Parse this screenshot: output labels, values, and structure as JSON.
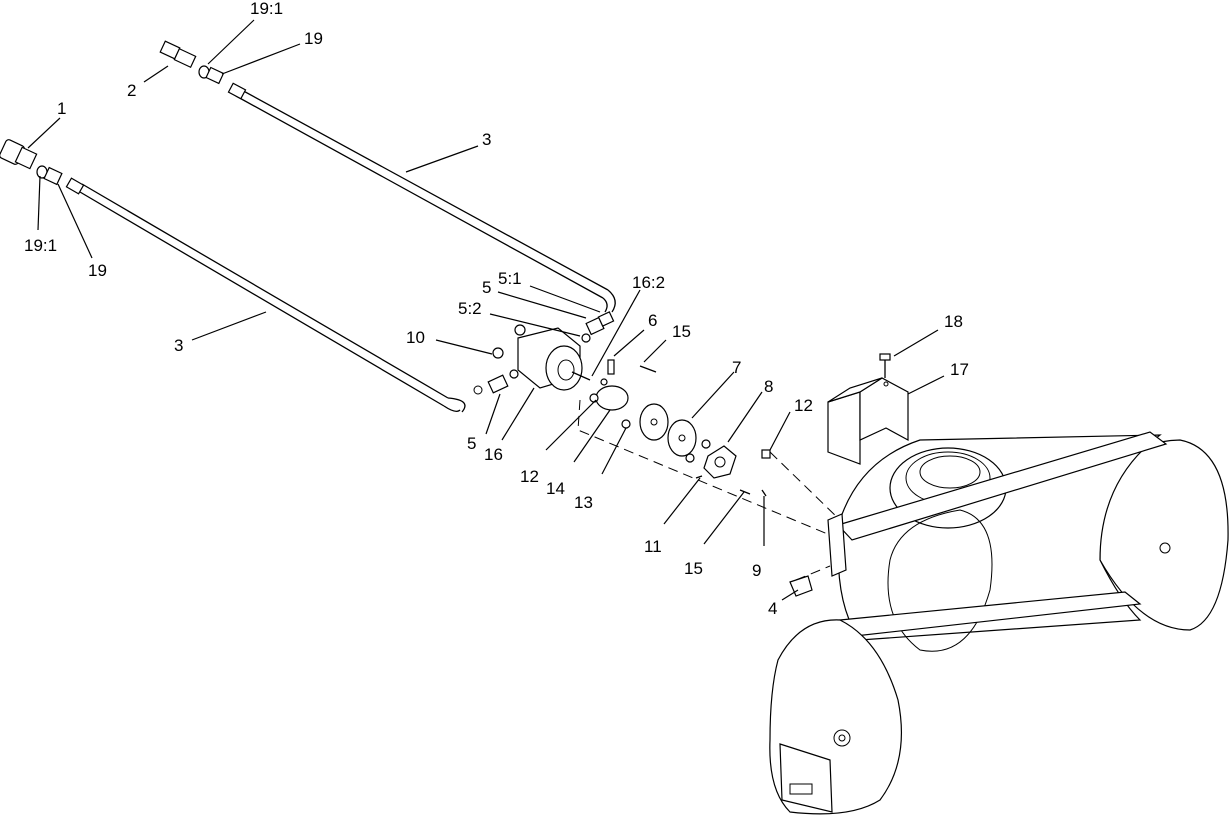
{
  "callouts": {
    "c1": "1",
    "c2": "2",
    "c3a": "3",
    "c3b": "3",
    "c4": "4",
    "c5a": "5",
    "c5b": "5",
    "c5_1": "5:1",
    "c5_2": "5:2",
    "c6": "6",
    "c7": "7",
    "c8": "8",
    "c9": "9",
    "c10": "10",
    "c11": "11",
    "c12a": "12",
    "c12b": "12",
    "c13": "13",
    "c14": "14",
    "c15a": "15",
    "c15b": "15",
    "c16": "16",
    "c16_2": "16:2",
    "c17": "17",
    "c18": "18",
    "c19a": "19",
    "c19b": "19",
    "c19_1a": "19:1",
    "c19_1b": "19:1"
  }
}
